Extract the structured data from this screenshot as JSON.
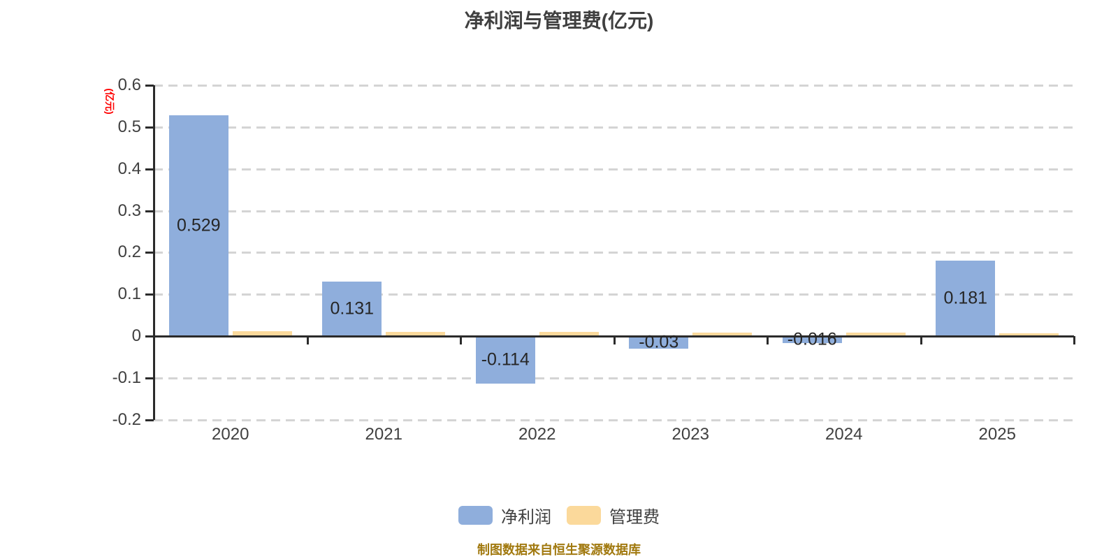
{
  "title": "净利润与管理费(亿元)",
  "y_axis_name": "(亿元)",
  "source_note": "制图数据来自恒生聚源数据库",
  "colors": {
    "net_profit_bar": "#8FAEDC",
    "management_fee_bar": "#FBD99B",
    "axis_line": "#2B2B2B",
    "grid_line": "#D4D4D4",
    "tick_text": "#404040",
    "bar_label_text": "#262626",
    "y_axis_name_text": "#FF0000",
    "source_note_text": "#A1790F",
    "title_text": "#404040"
  },
  "legend": [
    {
      "label": "净利润",
      "color": "#8FAEDC"
    },
    {
      "label": "管理费",
      "color": "#FBD99B"
    }
  ],
  "chart_data": {
    "type": "bar",
    "title": "净利润与管理费(亿元)",
    "ylabel": "(亿元)",
    "xlabel": "",
    "categories": [
      "2020",
      "2021",
      "2022",
      "2023",
      "2024",
      "2025"
    ],
    "series": [
      {
        "name": "净利润",
        "color": "#8FAEDC",
        "values": [
          0.529,
          0.131,
          -0.114,
          -0.03,
          -0.016,
          0.181
        ],
        "data_labels": [
          "0.529",
          "0.131",
          "-0.114",
          "-0.03",
          "-0.016",
          "0.181"
        ]
      },
      {
        "name": "管理费",
        "color": "#FBD99B",
        "values": [
          0.012,
          0.01,
          0.01,
          0.008,
          0.008,
          0.007
        ],
        "data_labels": [
          "",
          "",
          "",
          "",
          "",
          ""
        ]
      }
    ],
    "ylim": [
      -0.2,
      0.6
    ],
    "y_ticks": [
      "0.6",
      "0.5",
      "0.4",
      "0.3",
      "0.2",
      "0.1",
      "0",
      "-0.1",
      "-0.2"
    ],
    "grid": "horizontal dashed",
    "legend_position": "bottom"
  }
}
